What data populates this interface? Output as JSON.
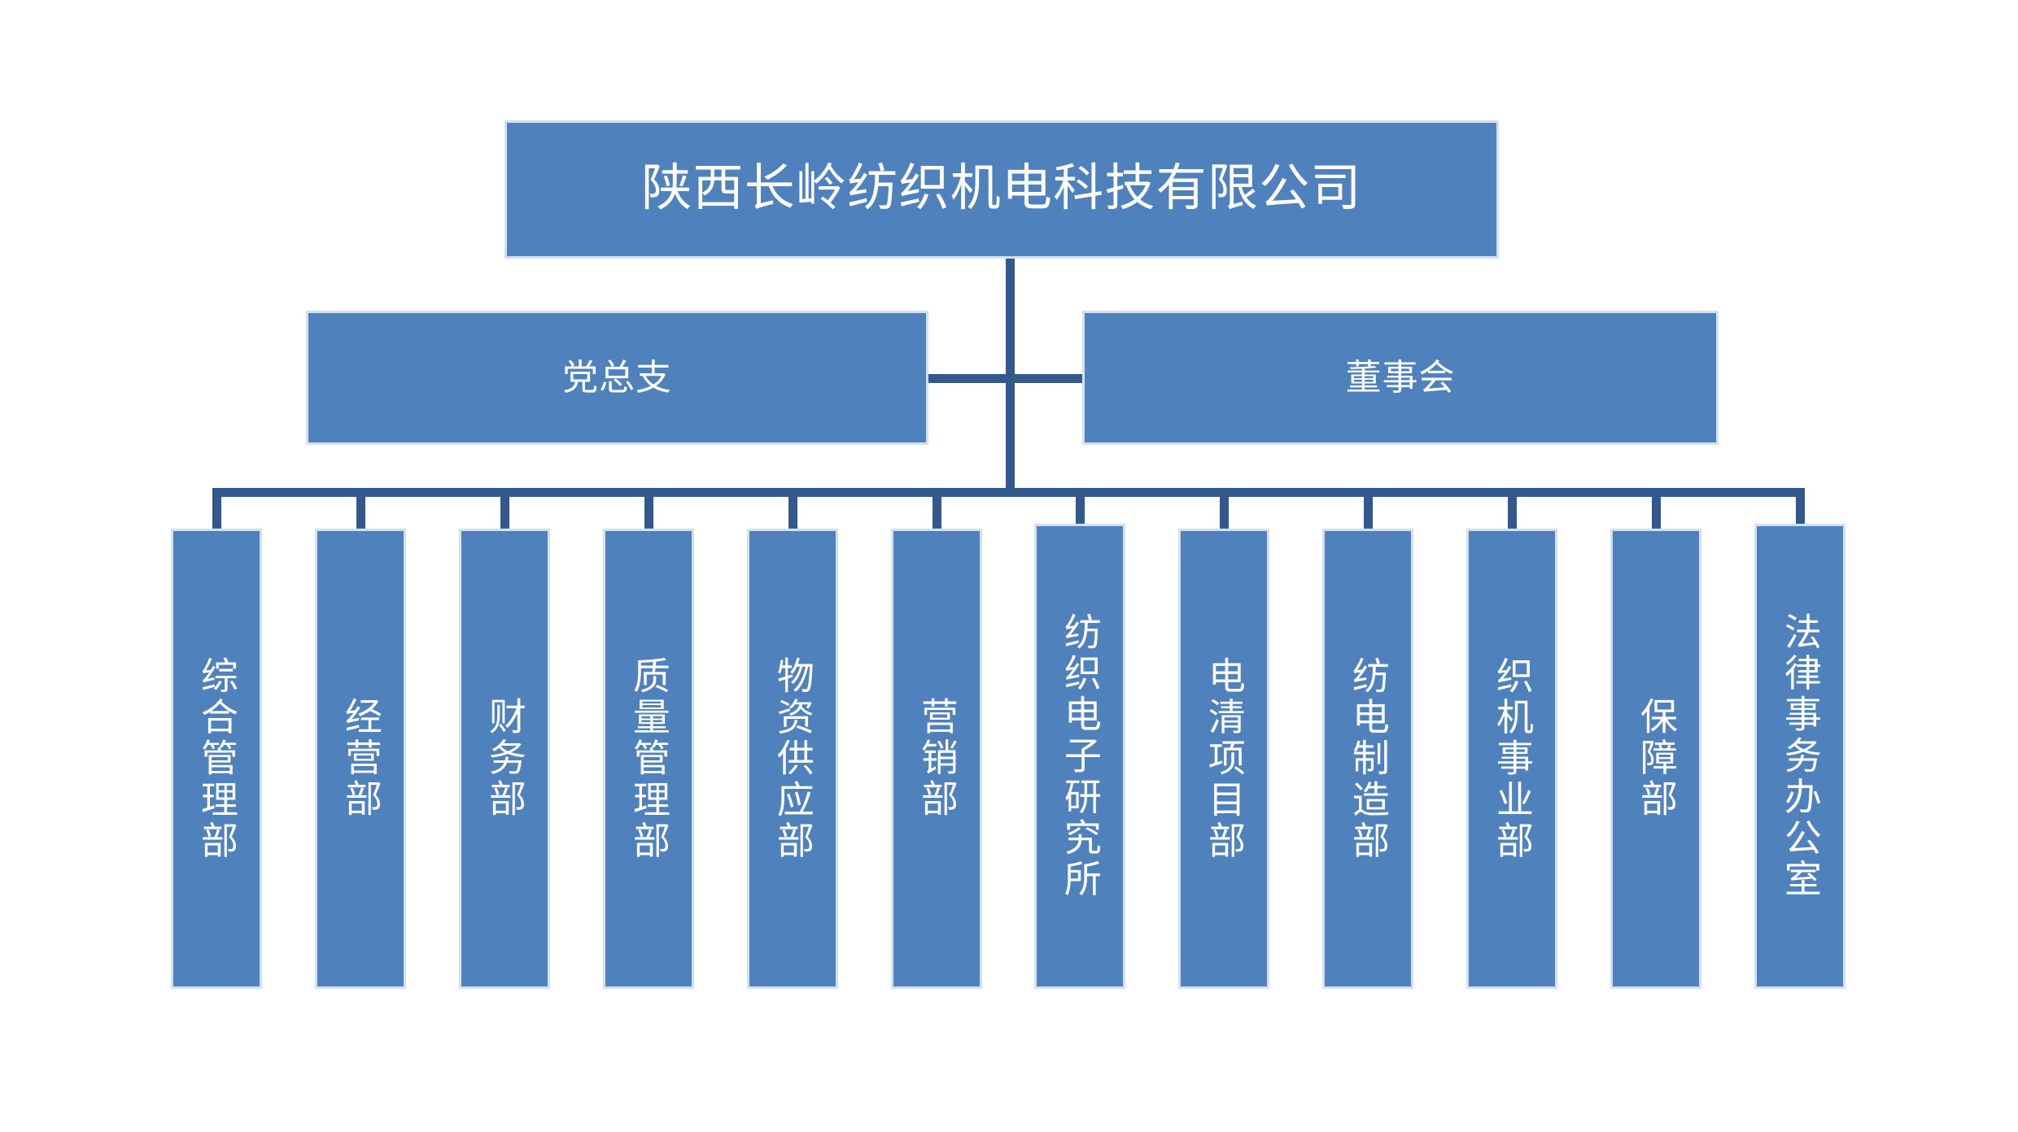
{
  "chart": {
    "type": "org-chart",
    "title": "陕西长岭纺织机电科技有限公司",
    "colors": {
      "node_fill": "#4F81BD",
      "node_border": "#D3E0F0",
      "connector": "#31598E",
      "node_text": "#FFFFFF",
      "background": "#FFFFFF"
    },
    "root": {
      "label": "陕西长岭纺织机电科技有限公司"
    },
    "level2": [
      {
        "label": "党总支"
      },
      {
        "label": "董事会"
      }
    ],
    "departments": [
      {
        "label": "综合管理部",
        "chars": 5,
        "tall": false
      },
      {
        "label": "经营部",
        "chars": 3,
        "tall": false
      },
      {
        "label": "财务部",
        "chars": 3,
        "tall": false
      },
      {
        "label": "质量管理部",
        "chars": 5,
        "tall": false
      },
      {
        "label": "物资供应部",
        "chars": 5,
        "tall": false
      },
      {
        "label": "营销部",
        "chars": 3,
        "tall": false
      },
      {
        "label": "纺织电子研究所",
        "chars": 7,
        "tall": true
      },
      {
        "label": "电清项目部",
        "chars": 5,
        "tall": false
      },
      {
        "label": "纺电制造部",
        "chars": 5,
        "tall": false
      },
      {
        "label": "织机事业部",
        "chars": 5,
        "tall": false
      },
      {
        "label": "保障部",
        "chars": 3,
        "tall": false
      },
      {
        "label": "法律事务办公室",
        "chars": 7,
        "tall": true
      }
    ]
  }
}
